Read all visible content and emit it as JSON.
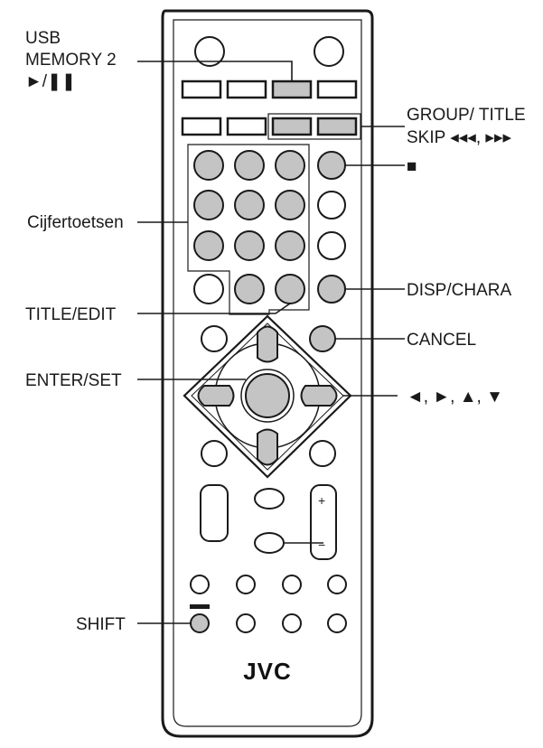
{
  "brand": "JVC",
  "labels": {
    "usb_line1": "USB",
    "usb_line2": "MEMORY 2",
    "usb_line3": "►/❚❚",
    "group_line1": "GROUP/ TITLE",
    "group_line2": "SKIP ◂◂◂, ▸▸▸",
    "stop": "■",
    "numeric": "Cijfertoetsen",
    "disp": "DISP/CHARA",
    "title_edit": "TITLE/EDIT",
    "cancel": "CANCEL",
    "enter_set": "ENTER/SET",
    "arrows": "◄, ►, ▲, ▼",
    "shift": "SHIFT",
    "plus": "+",
    "minus": "−"
  },
  "colors": {
    "highlight": "#c4c4c4",
    "outline": "#1a1a1a",
    "body": "#ffffff"
  }
}
